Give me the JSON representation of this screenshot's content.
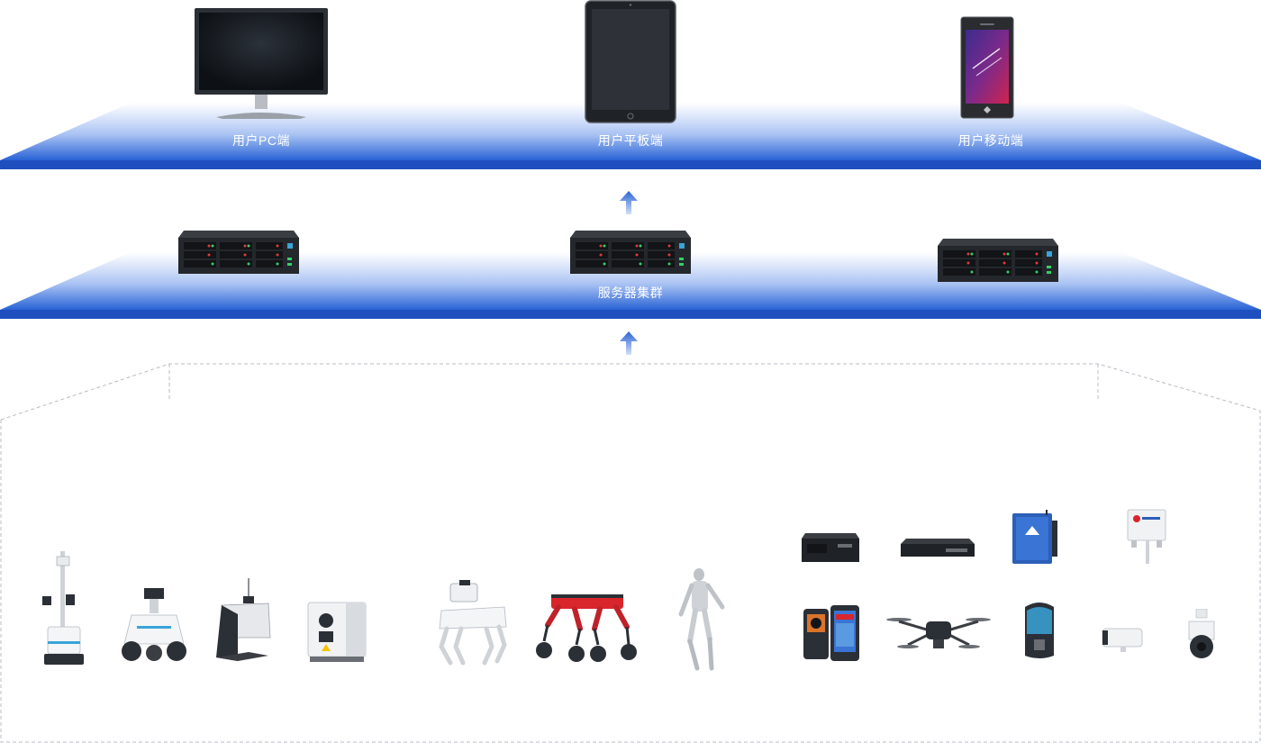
{
  "tiers": {
    "clients": {
      "pc_label": "用户PC端",
      "tablet_label": "用户平板端",
      "mobile_label": "用户移动端"
    },
    "servers": {
      "label": "服务器集群"
    }
  },
  "devices": {
    "groups": [
      {
        "items": [
          "patrol-robot-tower",
          "patrol-robot-wheeled",
          "inspection-kiosk",
          "charging-station"
        ]
      },
      {
        "items": [
          "robot-dog-white",
          "robot-dog-red-wheeled",
          "humanoid-robot"
        ]
      },
      {
        "items": [
          "nvr-box",
          "nvr-flat",
          "iot-gateway",
          "sensor-box",
          "rugged-phone",
          "drone",
          "beacon-terminal",
          "bullet-camera",
          "dome-camera"
        ]
      }
    ]
  },
  "colors": {
    "platform_top": "#ffffff",
    "platform_bottom": "#2a63d6",
    "platform_edge": "#1f4fbf",
    "arrow": "#2a63d6",
    "dashed": "#b8bcc4"
  }
}
